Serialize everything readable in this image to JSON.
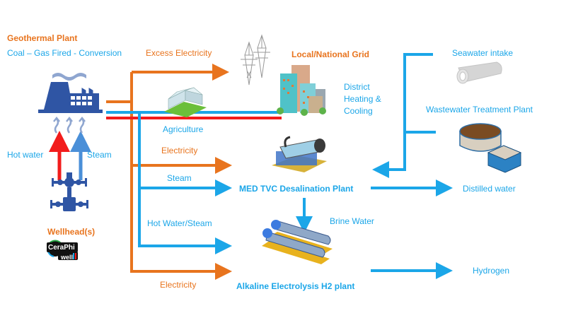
{
  "colors": {
    "electricity": "#E8741E",
    "water_steam": "#1BA6E8",
    "hot_water": "#F21C1C",
    "plant_blue": "#2F55A4"
  },
  "source": {
    "title": "Geothermal Plant",
    "subtitle": "Coal – Gas Fired - Conversion",
    "hot_water_label": "Hot water",
    "steam_label": "Steam",
    "wellhead_label": "Wellhead(s)",
    "logo_line1": "CeraPhi",
    "logo_line2": "well"
  },
  "flows": {
    "excess_electricity": "Excess Electricity",
    "agriculture": "Agriculture",
    "electricity_med": "Electricity",
    "steam_med": "Steam",
    "hot_water_steam": "Hot Water/Steam",
    "electricity_h2": "Electricity",
    "brine_water": "Brine Water"
  },
  "nodes": {
    "grid": "Local/National Grid",
    "district": [
      "District",
      "Heating &",
      "Cooling"
    ],
    "seawater": "Seawater intake",
    "wastewater": "Wastewater Treatment Plant",
    "med": "MED TVC Desalination Plant",
    "distilled": "Distilled water",
    "electrolysis": "Alkaline Electrolysis H2 plant",
    "hydrogen": "Hydrogen"
  }
}
